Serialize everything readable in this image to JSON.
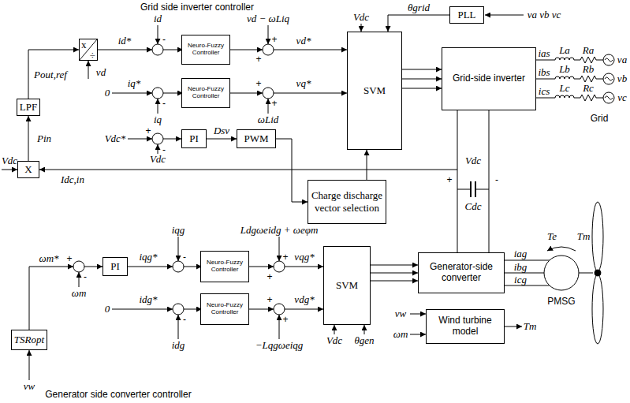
{
  "diagram": {
    "nodes": [
      {
        "text": [
          "PLL"
        ]
      },
      {
        "text": [
          "x",
          "÷"
        ]
      },
      {
        "text": [
          "Neuro-Fuzzy Controller"
        ]
      },
      {
        "text": [
          "Neuro-Fuzzy Controller"
        ]
      },
      {
        "text": [
          "SVM"
        ]
      },
      {
        "text": [
          "Grid-side inverter"
        ]
      },
      {
        "text": [
          "LPF"
        ]
      },
      {
        "text": [
          "PI"
        ]
      },
      {
        "text": [
          "PWM"
        ]
      },
      {
        "text": [
          "Charge discharge vector selection"
        ]
      },
      {
        "text": [
          "X"
        ]
      },
      {
        "text": [
          "PI"
        ]
      },
      {
        "text": [
          "Neuro-Fuzzy Controller"
        ]
      },
      {
        "text": [
          "Neuro-Fuzzy Controller"
        ]
      },
      {
        "text": [
          "SVM"
        ]
      },
      {
        "text": [
          "Generator-side converter"
        ]
      },
      {
        "text": [
          "Wind turbine model"
        ]
      },
      {
        "text": [
          "TSRopt"
        ]
      }
    ],
    "edges": [
      {
        "from": 0,
        "to": 4,
        "arrow": "to",
        "label": "θgrid"
      },
      {
        "from": 4,
        "to": 5,
        "arrow": "to"
      },
      {
        "from": 6,
        "to": 1,
        "arrow": "to",
        "label": "Pout,ref"
      },
      {
        "from": 7,
        "to": 8,
        "arrow": "to",
        "label": "Dsv"
      },
      {
        "from": 8,
        "to": 9,
        "arrow": "to"
      },
      {
        "from": 9,
        "to": 4,
        "arrow": "to"
      },
      {
        "from": 10,
        "to": 6,
        "arrow": "to",
        "label": "Pin"
      },
      {
        "from": 14,
        "to": 15,
        "arrow": "to"
      }
    ],
    "labels": [
      "Grid side inverter controller",
      "id",
      "vd − ωLiq",
      "vd*",
      "Vdc",
      "va vb vc",
      "id*",
      "vd",
      "iq*",
      "0",
      "iq",
      "ωLid",
      "vq*",
      "Vdc*",
      "Vdc",
      "Vdc",
      "Idc,in",
      "+",
      "-",
      "Vdc",
      "Cdc",
      "ias",
      "ibs",
      "ics",
      "La",
      "Lb",
      "Lc",
      "Ra",
      "Rb",
      "Rc",
      "va",
      "vb",
      "vc",
      "Grid",
      "iqg",
      "Ldgωeidg + ωeφm",
      "ωm*",
      "iqg*",
      "vqg*",
      "idg*",
      "0",
      "idg",
      "−Lqgωeiqg",
      "vdg*",
      "Vdc",
      "θgen",
      "vw",
      "ωm",
      "iag",
      "ibg",
      "icg",
      "Te",
      "Tm",
      "PMSG",
      "Tm",
      "ωm",
      "vw",
      "Generator side converter controller",
      "-",
      "+",
      "+",
      "-",
      "+",
      "+",
      "+",
      "-",
      "+",
      "-",
      "-",
      "+",
      "+",
      "-",
      "+",
      "+"
    ]
  }
}
